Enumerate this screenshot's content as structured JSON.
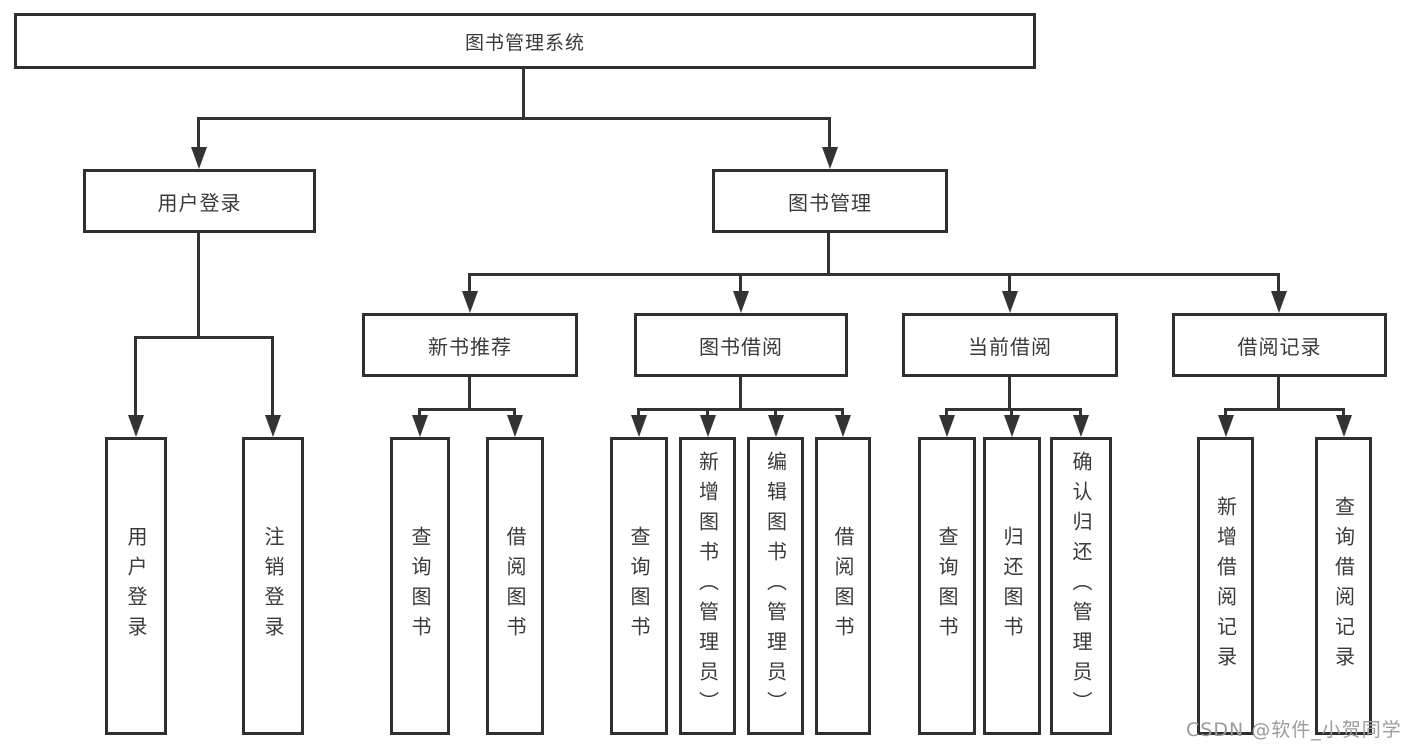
{
  "diagram": {
    "title": "图书管理系统",
    "root": {
      "label": "图书管理系统"
    },
    "level2": [
      {
        "label": "用户登录"
      },
      {
        "label": "图书管理"
      }
    ],
    "level3": [
      {
        "label": "新书推荐"
      },
      {
        "label": "图书借阅"
      },
      {
        "label": "当前借阅"
      },
      {
        "label": "借阅记录"
      }
    ],
    "leaves": [
      {
        "label": "用户登录",
        "parent": "用户登录"
      },
      {
        "label": "注销登录",
        "parent": "用户登录"
      },
      {
        "label": "查询图书",
        "parent": "新书推荐"
      },
      {
        "label": "借阅图书",
        "parent": "新书推荐"
      },
      {
        "label": "查询图书",
        "parent": "图书借阅"
      },
      {
        "label": "新增图书（管理员）",
        "parent": "图书借阅"
      },
      {
        "label": "编辑图书（管理员）",
        "parent": "图书借阅"
      },
      {
        "label": "借阅图书",
        "parent": "图书借阅"
      },
      {
        "label": "查询图书",
        "parent": "当前借阅"
      },
      {
        "label": "归还图书",
        "parent": "当前借阅"
      },
      {
        "label": "确认归还（管理员）",
        "parent": "当前借阅"
      },
      {
        "label": "新增借阅记录",
        "parent": "借阅记录"
      },
      {
        "label": "查询借阅记录",
        "parent": "借阅记录"
      }
    ]
  },
  "watermark": {
    "text": "CSDN @软件_小贺同学"
  },
  "colors": {
    "line": "#333333",
    "border": "#2f2f2f",
    "text": "#3a3a3a",
    "watermark": "#9c9c9c",
    "background": "#ffffff"
  }
}
